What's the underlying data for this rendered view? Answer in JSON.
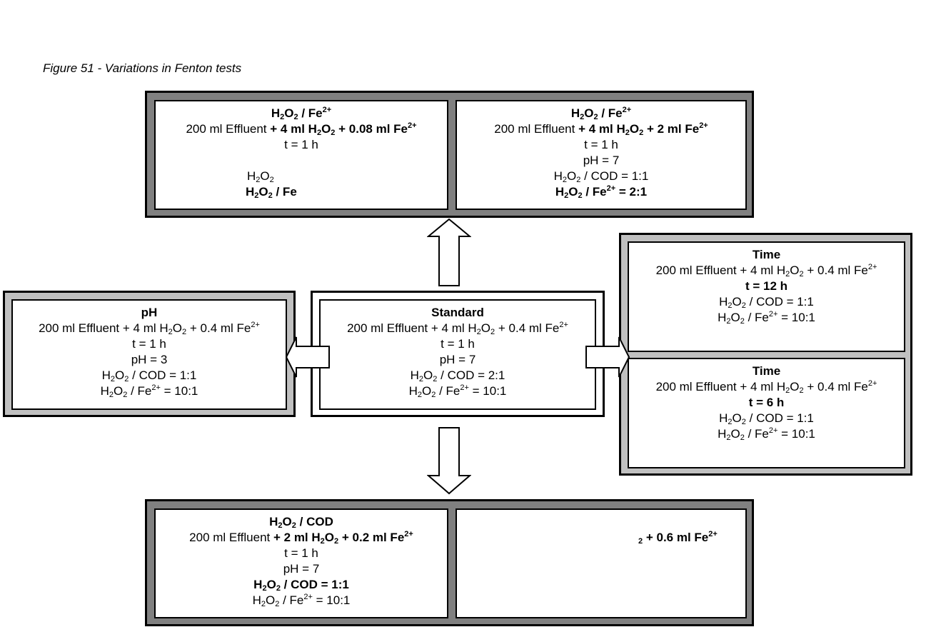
{
  "figure_caption": "Figure 51 -  Variations in Fenton tests",
  "panels": {
    "top_left": {
      "title": "H2O2 / Fe2+",
      "dose_prefix": "200 ml Effluent ",
      "dose_bold": "+ 4 ml H2O2 + 0.08 ml Fe2+",
      "time": "t = 1 h",
      "ratio_partial": "H2O2",
      "ratio_bold": "H2O2 / Fe"
    },
    "top_right": {
      "title": "H2O2 / Fe2+",
      "dose_prefix": "200 ml Effluent ",
      "dose_bold": "+ 4 ml H2O2 + 2 ml Fe2+",
      "time": "t = 1 h",
      "ph": "pH = 7",
      "cod_ratio": "H2O2 / COD = 1:1",
      "fe_ratio_bold": "H2O2 / Fe2+ = 2:1"
    },
    "ph_test": {
      "title": "pH",
      "dose": "200 ml Effluent + 4 ml H2O2 + 0.4 ml Fe2+",
      "time": "t = 1 h",
      "ph": "pH = 3",
      "cod_ratio": "H2O2 / COD = 1:1",
      "fe_ratio": "H2O2 / Fe2+ = 10:1"
    },
    "standard": {
      "title": "Standard",
      "dose": "200 ml Effluent + 4 ml H2O2 + 0.4 ml Fe2+",
      "time": "t = 1 h",
      "ph": "pH = 7",
      "cod_ratio": "H2O2 / COD = 2:1",
      "fe_ratio": "H2O2 / Fe2+ = 10:1"
    },
    "time_12h": {
      "title": "Time",
      "dose": "200 ml Effluent + 4 ml H2O2 + 0.4 ml Fe2+",
      "time_bold": "t = 12 h",
      "cod_ratio": "H2O2 / COD = 1:1",
      "fe_ratio": "H2O2 / Fe2+ = 10:1"
    },
    "time_6h": {
      "title": "Time",
      "dose": "200 ml Effluent + 4 ml H2O2 + 0.4 ml Fe2+",
      "time_bold": "t = 6 h",
      "cod_ratio": "H2O2 / COD = 1:1",
      "fe_ratio": "H2O2 / Fe2+ = 10:1"
    },
    "bottom_left": {
      "title": "H2O2 / COD",
      "dose_prefix": "200 ml Effluent ",
      "dose_bold": "+ 2 ml H2O2 + 0.2 ml Fe2+",
      "time": "t = 1 h",
      "ph": "pH = 7",
      "cod_ratio_bold": "H2O2 / COD = 1:1",
      "fe_ratio": "H2O2 / Fe2+ = 10:1"
    },
    "bottom_right": {
      "dose_fragment_bold": "2 + 0.6 ml Fe2+"
    }
  },
  "colors": {
    "dark_frame": "#808080",
    "light_frame": "#c0c0c0",
    "panel_fill": "#ffffff",
    "stroke": "#000000"
  }
}
